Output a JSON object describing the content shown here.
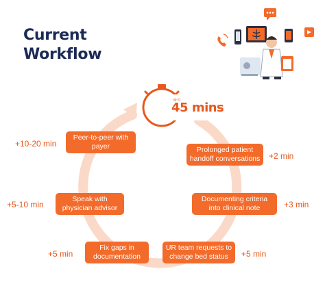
{
  "title": "Current Workflow",
  "timer": {
    "small": "up to",
    "big": "45 mins"
  },
  "steps": [
    {
      "label": "Peer-to-peer with payer",
      "time": "+10-20 min"
    },
    {
      "label": "Prolonged patient handoff conversations",
      "time": "+2 min"
    },
    {
      "label": "Speak with physician advisor",
      "time": "+5-10 min"
    },
    {
      "label": "Documenting criteria into clinical note",
      "time": "+3 min"
    },
    {
      "label": "Fix gaps in documentation",
      "time": "+5 min"
    },
    {
      "label": "UR team requests to change bed status",
      "time": "+5 min"
    }
  ],
  "icons": [
    "chat-bubble-icon",
    "phone-ringing-icon",
    "mobile-phone-icon",
    "stethoscope-icon",
    "xray-monitor-icon",
    "doctor-illustration",
    "clipboard-icon"
  ],
  "colors": {
    "accent": "#f36b2b",
    "title": "#1b2a55",
    "ring": "#fde3d6"
  }
}
